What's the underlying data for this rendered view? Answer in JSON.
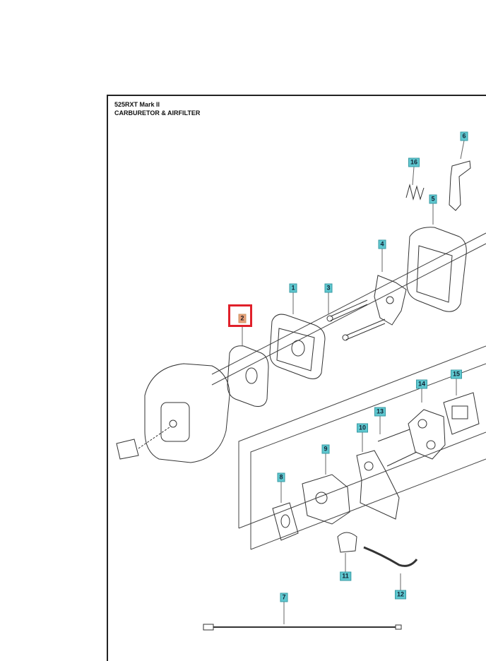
{
  "diagram": {
    "model": "525RXT Mark II",
    "section": "CARBURETOR & AIRFILTER",
    "selected_part": "2",
    "badge_color": "#5fc8d0",
    "highlight_color": "#e0202a",
    "parts": [
      {
        "id": "p1",
        "label": "1"
      },
      {
        "id": "p2",
        "label": "2"
      },
      {
        "id": "p3",
        "label": "3"
      },
      {
        "id": "p4",
        "label": "4"
      },
      {
        "id": "p5",
        "label": "5"
      },
      {
        "id": "p6",
        "label": "6"
      },
      {
        "id": "p7",
        "label": "7"
      },
      {
        "id": "p8",
        "label": "8"
      },
      {
        "id": "p9",
        "label": "9"
      },
      {
        "id": "p10",
        "label": "10"
      },
      {
        "id": "p11",
        "label": "11"
      },
      {
        "id": "p12",
        "label": "12"
      },
      {
        "id": "p13",
        "label": "13"
      },
      {
        "id": "p14",
        "label": "14"
      },
      {
        "id": "p15",
        "label": "15"
      },
      {
        "id": "p16",
        "label": "16"
      }
    ]
  }
}
